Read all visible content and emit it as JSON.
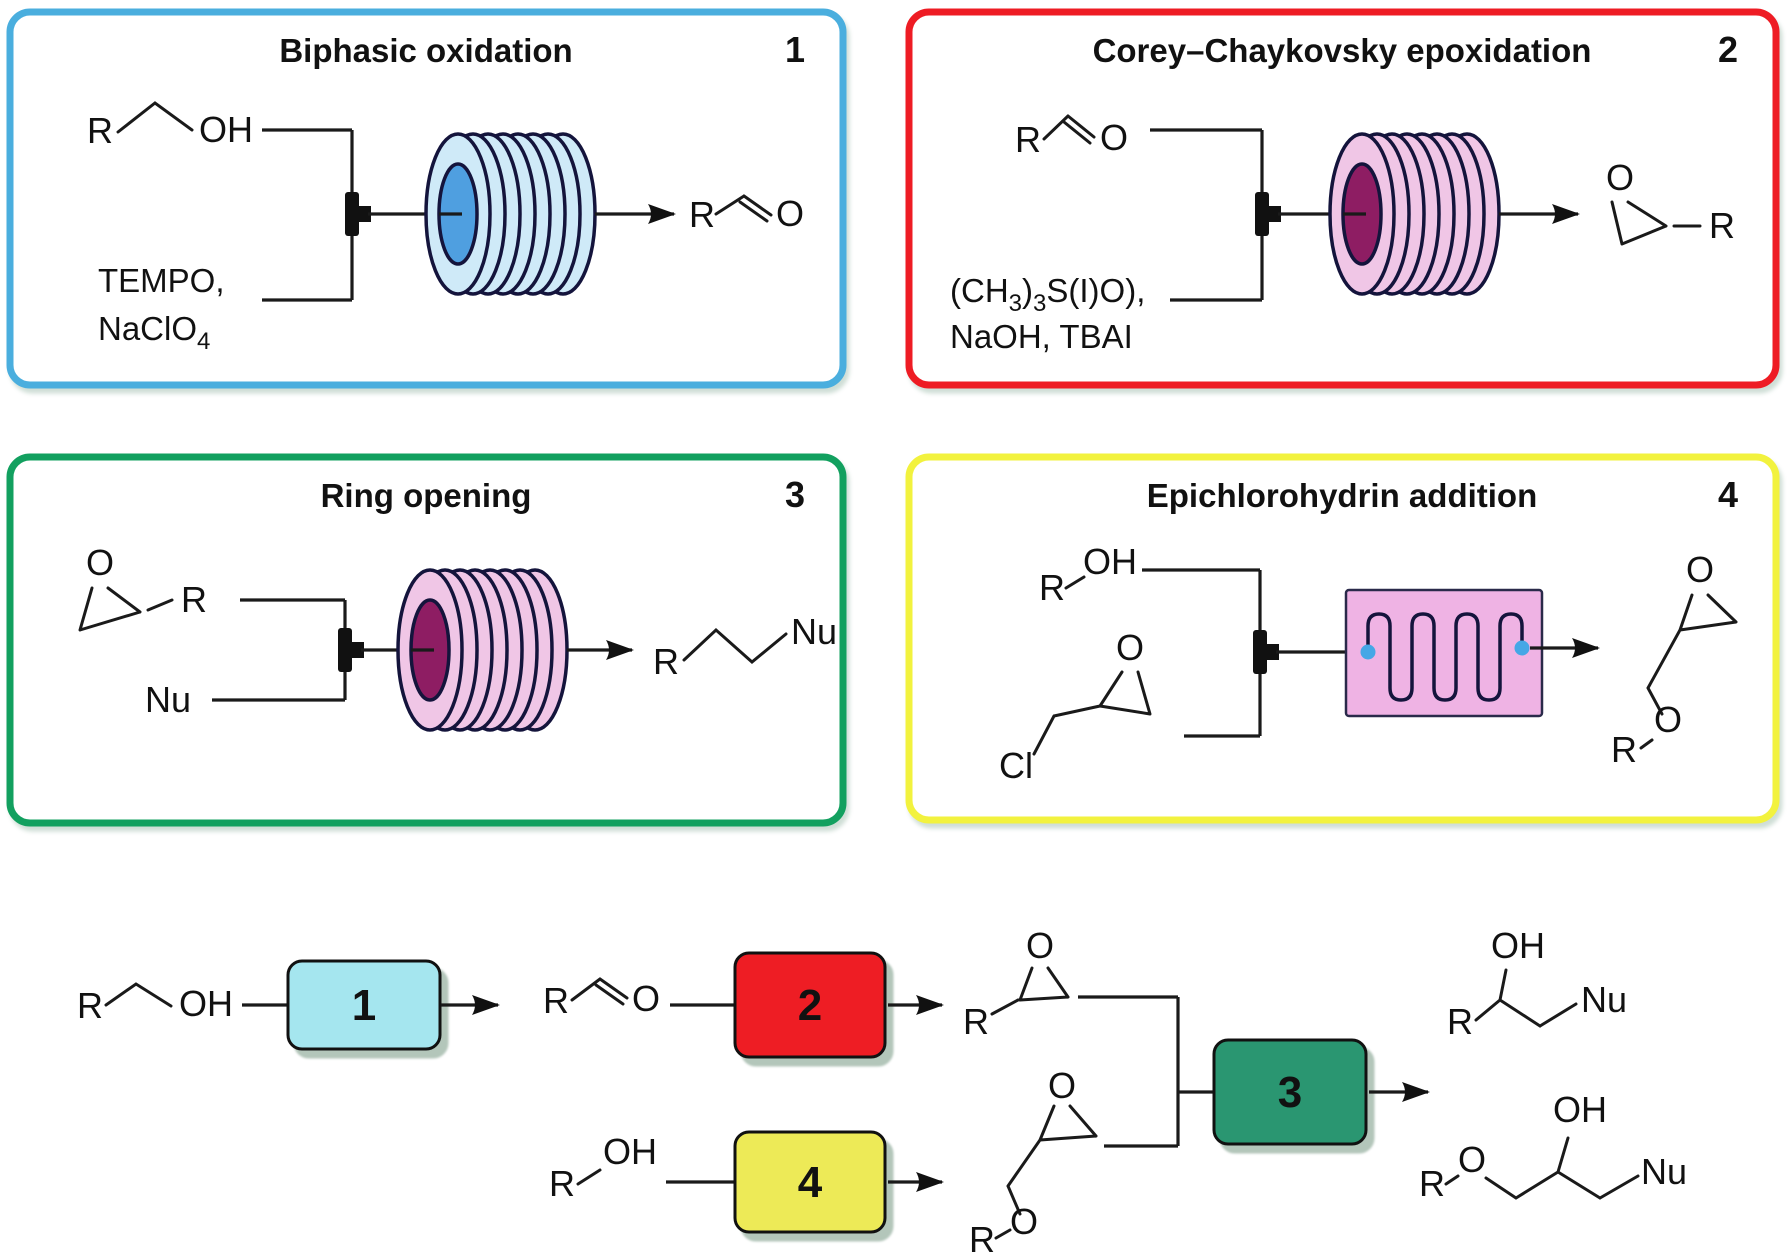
{
  "figure": {
    "type": "continuous-flow reaction scheme",
    "background": "#ffffff"
  },
  "panels": [
    {
      "number": "1",
      "title": "Biphasic oxidation",
      "border_color": "#4aaede",
      "reactant": {
        "r": "R",
        "group": "OH"
      },
      "reagents": {
        "line1": "TEMPO,",
        "line2_main": "NaClO",
        "line2_sub": "4"
      },
      "reactor": {
        "kind": "coil",
        "body_color": "#cfeaf8",
        "core_color": "#4f9fe0"
      },
      "product": {
        "r": "R",
        "o": "O"
      }
    },
    {
      "number": "2",
      "title": "Corey–Chaykovsky epoxidation",
      "border_color": "#ee1c24",
      "reactant": {
        "r": "R",
        "o": "O"
      },
      "reagents": {
        "l1s1": "(CH",
        "l1sub1": "3",
        "l1s2": ")",
        "l1sub2": "3",
        "l1s3": "S(I)O),",
        "line2": "NaOH, TBAI"
      },
      "reactor": {
        "kind": "coil",
        "body_color": "#f0c6e6",
        "core_color": "#8e1d63"
      },
      "product": {
        "o": "O",
        "r": "R"
      }
    },
    {
      "number": "3",
      "title": "Ring opening",
      "border_color": "#12a05f",
      "reactant": {
        "o": "O",
        "r": "R"
      },
      "reagents": {
        "line1": "Nu"
      },
      "reactor": {
        "kind": "coil",
        "body_color": "#f0c6e6",
        "core_color": "#8e1d63"
      },
      "product": {
        "r": "R",
        "nu": "Nu"
      }
    },
    {
      "number": "4",
      "title": "Epichlorohydrin addition",
      "border_color": "#f2f23e",
      "reactant1": {
        "r": "R",
        "group": "OH"
      },
      "reactant2": {
        "o": "O",
        "cl": "Cl"
      },
      "reactor": {
        "kind": "chip",
        "body_color": "#efb3e4",
        "port_color": "#45a7e6"
      },
      "product": {
        "epoxide_o": "O",
        "ether_o": "O",
        "r": "R"
      }
    }
  ],
  "scheme": {
    "alcohol": {
      "r": "R",
      "oh": "OH"
    },
    "aldehyde": {
      "r": "R",
      "o": "O"
    },
    "epoxide": {
      "o": "O",
      "r": "R"
    },
    "alcohol2": {
      "r": "R",
      "oh": "OH"
    },
    "glycidyl_ether": {
      "epoxide_o": "O",
      "ether_o": "O",
      "r": "R"
    },
    "steps": [
      {
        "label": "1",
        "fill": "#a5e6ef"
      },
      {
        "label": "2",
        "fill": "#ee1d24"
      },
      {
        "label": "3",
        "fill": "#2a9671"
      },
      {
        "label": "4",
        "fill": "#edea57"
      }
    ],
    "product_top": {
      "oh": "OH",
      "r": "R",
      "nu": "Nu"
    },
    "product_bottom": {
      "oh": "OH",
      "o": "O",
      "r": "R",
      "nu": "Nu"
    }
  }
}
